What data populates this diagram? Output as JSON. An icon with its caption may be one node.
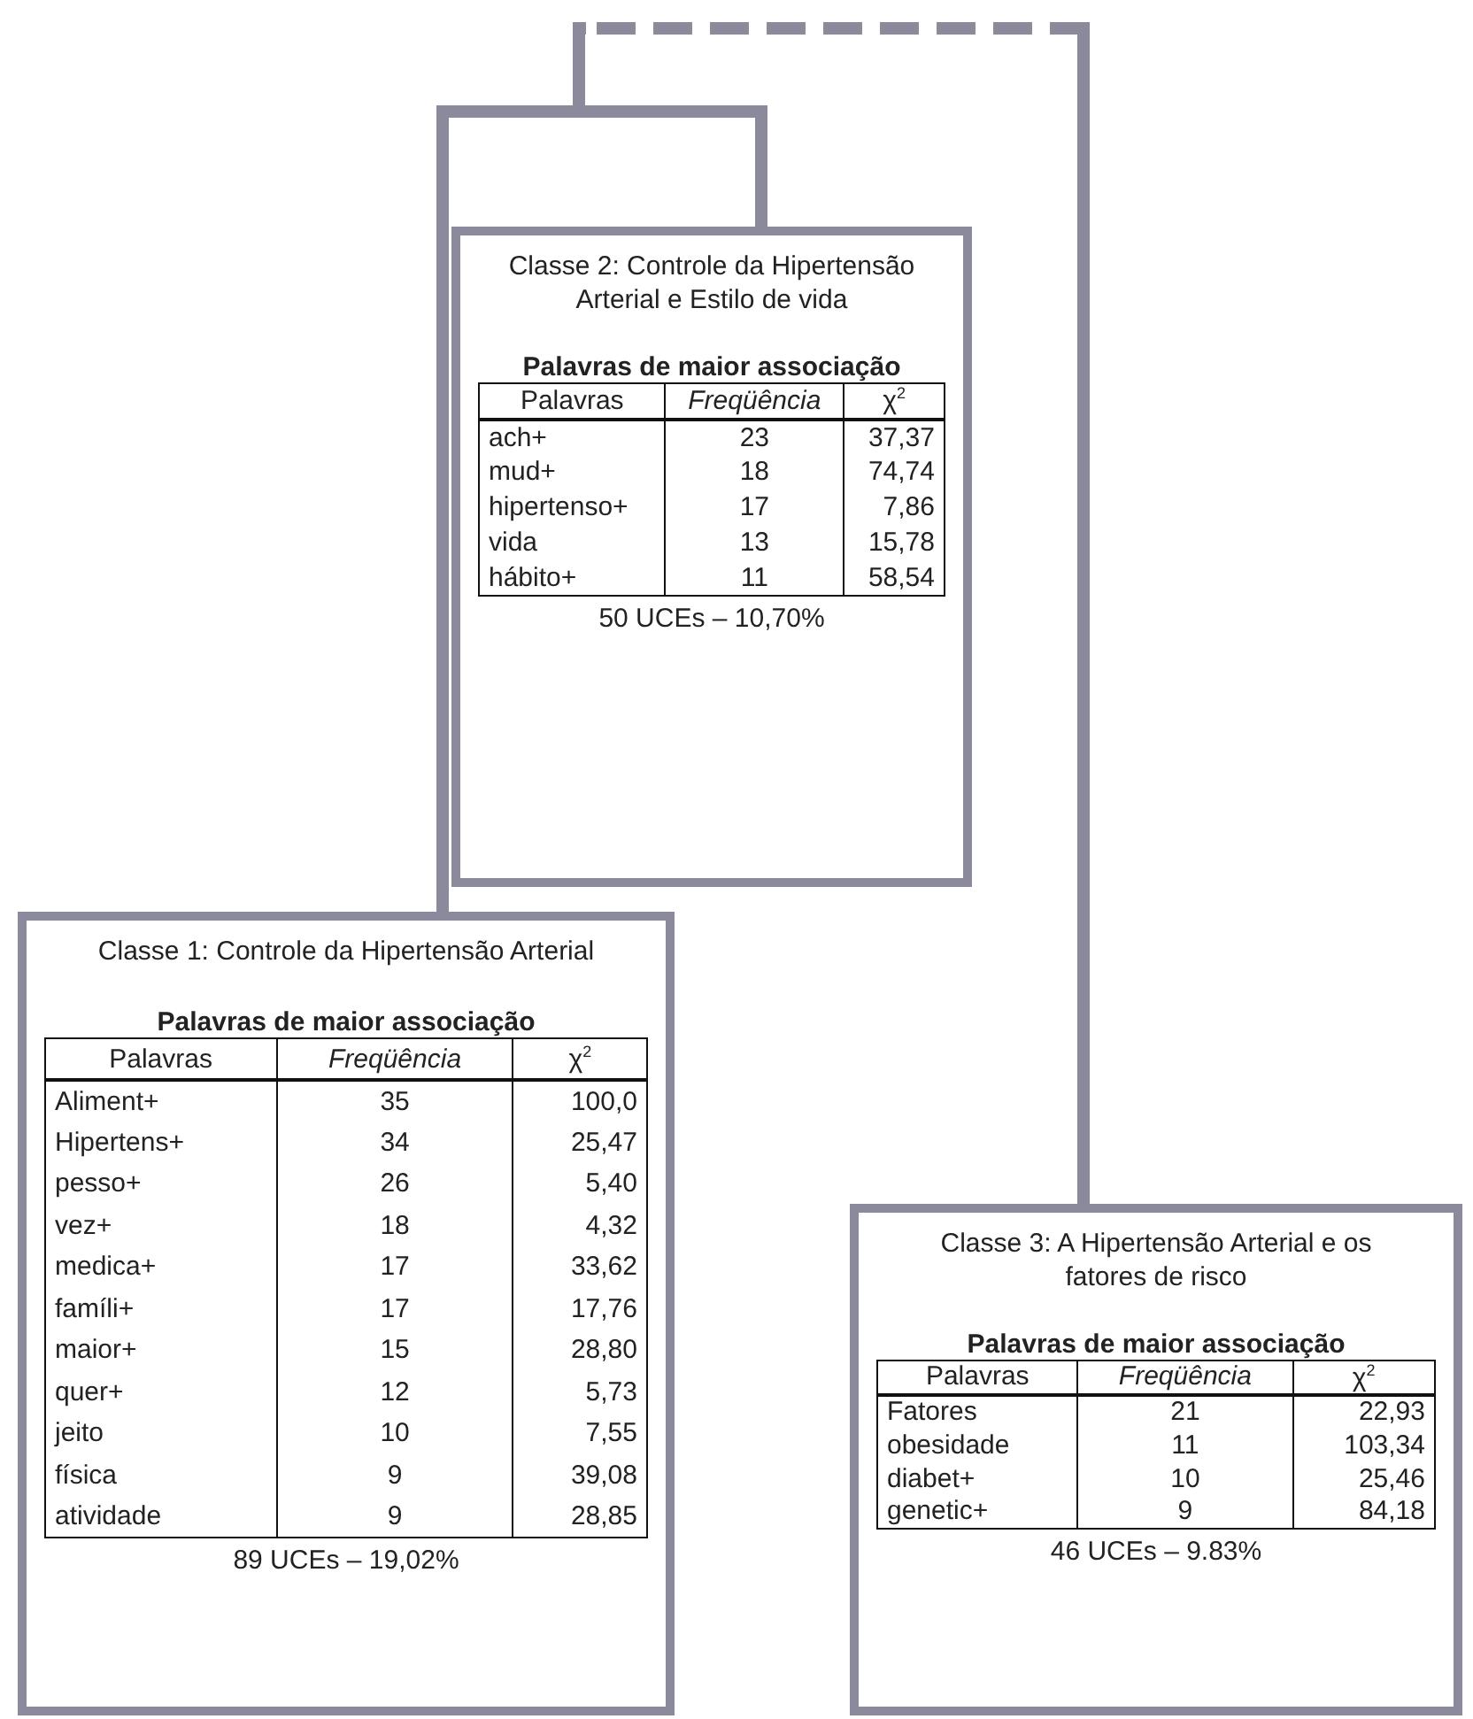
{
  "diagram": {
    "nodes": [
      {
        "text": [
          "Classe 2: Controle da Hipertensão Arterial e Estilo de vida",
          "Palavras de maior associação",
          "Palavras",
          "Freqüência",
          "χ$^{2}$",
          "ach+",
          "23",
          "37,37",
          "mud+",
          "18",
          "74,74",
          "hipertenso+",
          "17",
          "7,86",
          "vida",
          "13",
          "15,78",
          "hábito+",
          "11",
          "58,54",
          "50 UCEs – 10,70%"
        ]
      },
      {
        "text": [
          "Classe 1: Controle da Hipertensão Arterial",
          "Palavras de maior associação",
          "Palavras",
          "Freqüência",
          "χ$^{2}$",
          "Aliment+",
          "35",
          "100,0",
          "Hipertens+",
          "34",
          "25,47",
          "pesso+",
          "26",
          "5,40",
          "vez+",
          "18",
          "4,32",
          "medica+",
          "17",
          "33,62",
          "famíli+",
          "17",
          "17,76",
          "maior+",
          "15",
          "28,80",
          "quer+",
          "12",
          "5,73",
          "jeito",
          "10",
          "7,55",
          "física",
          "9",
          "39,08",
          "atividade",
          "9",
          "28,85",
          "89 UCEs – 19,02%"
        ]
      },
      {
        "text": [
          "Classe 3: A Hipertensão Arterial e os fatores de risco",
          "Palavras de maior associação",
          "Palavras",
          "Freqüência",
          "χ$^{2}$",
          "Fatores",
          "21",
          "22,93",
          "obesidade",
          "11",
          "103,34",
          "diabet+",
          "10",
          "25,46",
          "genetic+",
          "9",
          "84,18",
          "46 UCEs – 9.83%"
        ]
      }
    ],
    "edges": [
      {
        "from": 0,
        "to": 1,
        "arrow": "none"
      },
      {
        "from": null,
        "to": 2,
        "arrow": "none",
        "style": "dashed"
      }
    ]
  }
}
